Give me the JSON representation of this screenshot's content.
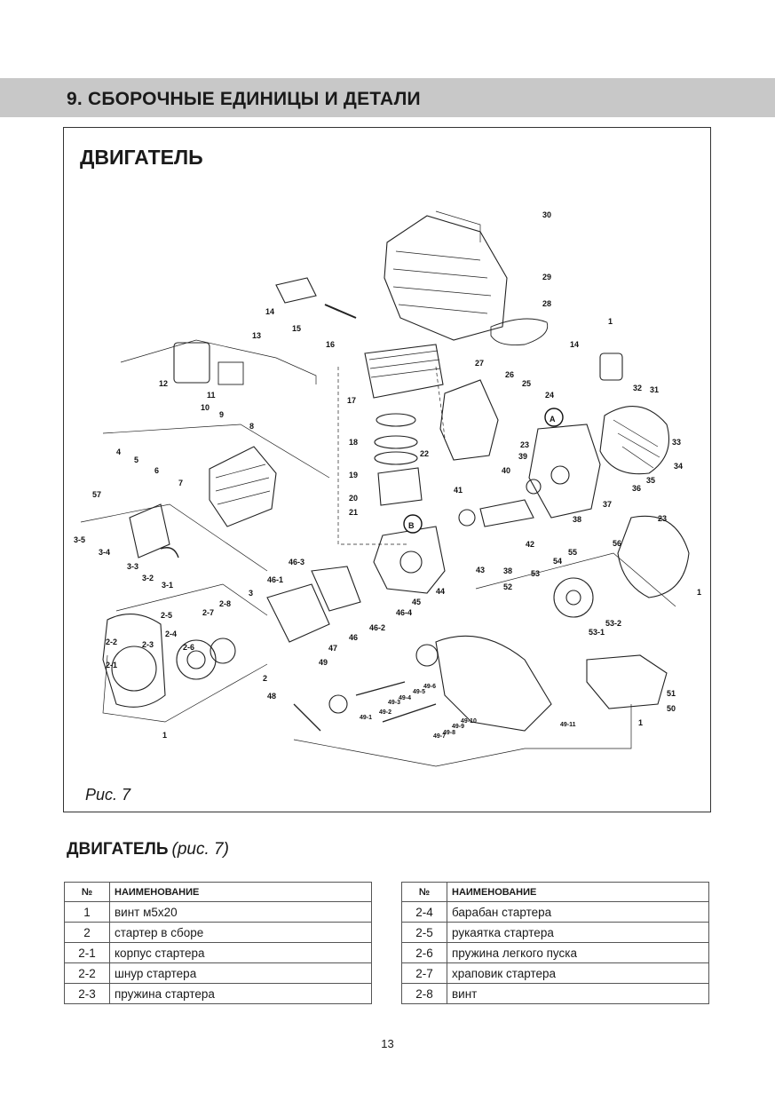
{
  "section": {
    "title": "9. СБОРОЧНЫЕ ЕДИНИЦЫ И ДЕТАЛИ"
  },
  "figure": {
    "heading": "ДВИГАТЕЛЬ",
    "caption": "Рис. 7",
    "callouts": [
      "1",
      "2",
      "2-1",
      "2-2",
      "2-3",
      "2-4",
      "2-5",
      "2-6",
      "2-7",
      "2-8",
      "3",
      "3-1",
      "3-2",
      "3-3",
      "3-4",
      "3-5",
      "4",
      "5",
      "6",
      "7",
      "8",
      "9",
      "10",
      "11",
      "12",
      "13",
      "14",
      "15",
      "16",
      "17",
      "18",
      "19",
      "20",
      "21",
      "22",
      "23",
      "24",
      "25",
      "26",
      "27",
      "28",
      "29",
      "30",
      "31",
      "32",
      "33",
      "34",
      "35",
      "36",
      "37",
      "38",
      "39",
      "40",
      "41",
      "42",
      "43",
      "44",
      "45",
      "46",
      "46-1",
      "46-2",
      "46-3",
      "46-4",
      "47",
      "48",
      "49",
      "49-1",
      "49-2",
      "49-3",
      "49-4",
      "49-5",
      "49-6",
      "49-7",
      "49-8",
      "49-9",
      "49-10",
      "49-11",
      "50",
      "51",
      "52",
      "53",
      "53-1",
      "53-2",
      "54",
      "55",
      "56",
      "57",
      "A",
      "B"
    ]
  },
  "parts_table": {
    "heading_bold": "ДВИГАТЕЛЬ",
    "heading_italic": "(рис. 7)",
    "col_num": "№",
    "col_name": "НАИМЕНОВАНИЕ",
    "left": [
      {
        "num": "1",
        "name": "винт м5х20"
      },
      {
        "num": "2",
        "name": "стартер в сборе"
      },
      {
        "num": "2-1",
        "name": "корпус стартера"
      },
      {
        "num": "2-2",
        "name": "шнур стартера"
      },
      {
        "num": "2-3",
        "name": "пружина стартера"
      }
    ],
    "right": [
      {
        "num": "2-4",
        "name": "барабан стартера"
      },
      {
        "num": "2-5",
        "name": "рукаятка стартера"
      },
      {
        "num": "2-6",
        "name": "пружина легкого пуска"
      },
      {
        "num": "2-7",
        "name": "храповик стартера"
      },
      {
        "num": "2-8",
        "name": "винт"
      }
    ]
  },
  "page": {
    "number": "13"
  }
}
